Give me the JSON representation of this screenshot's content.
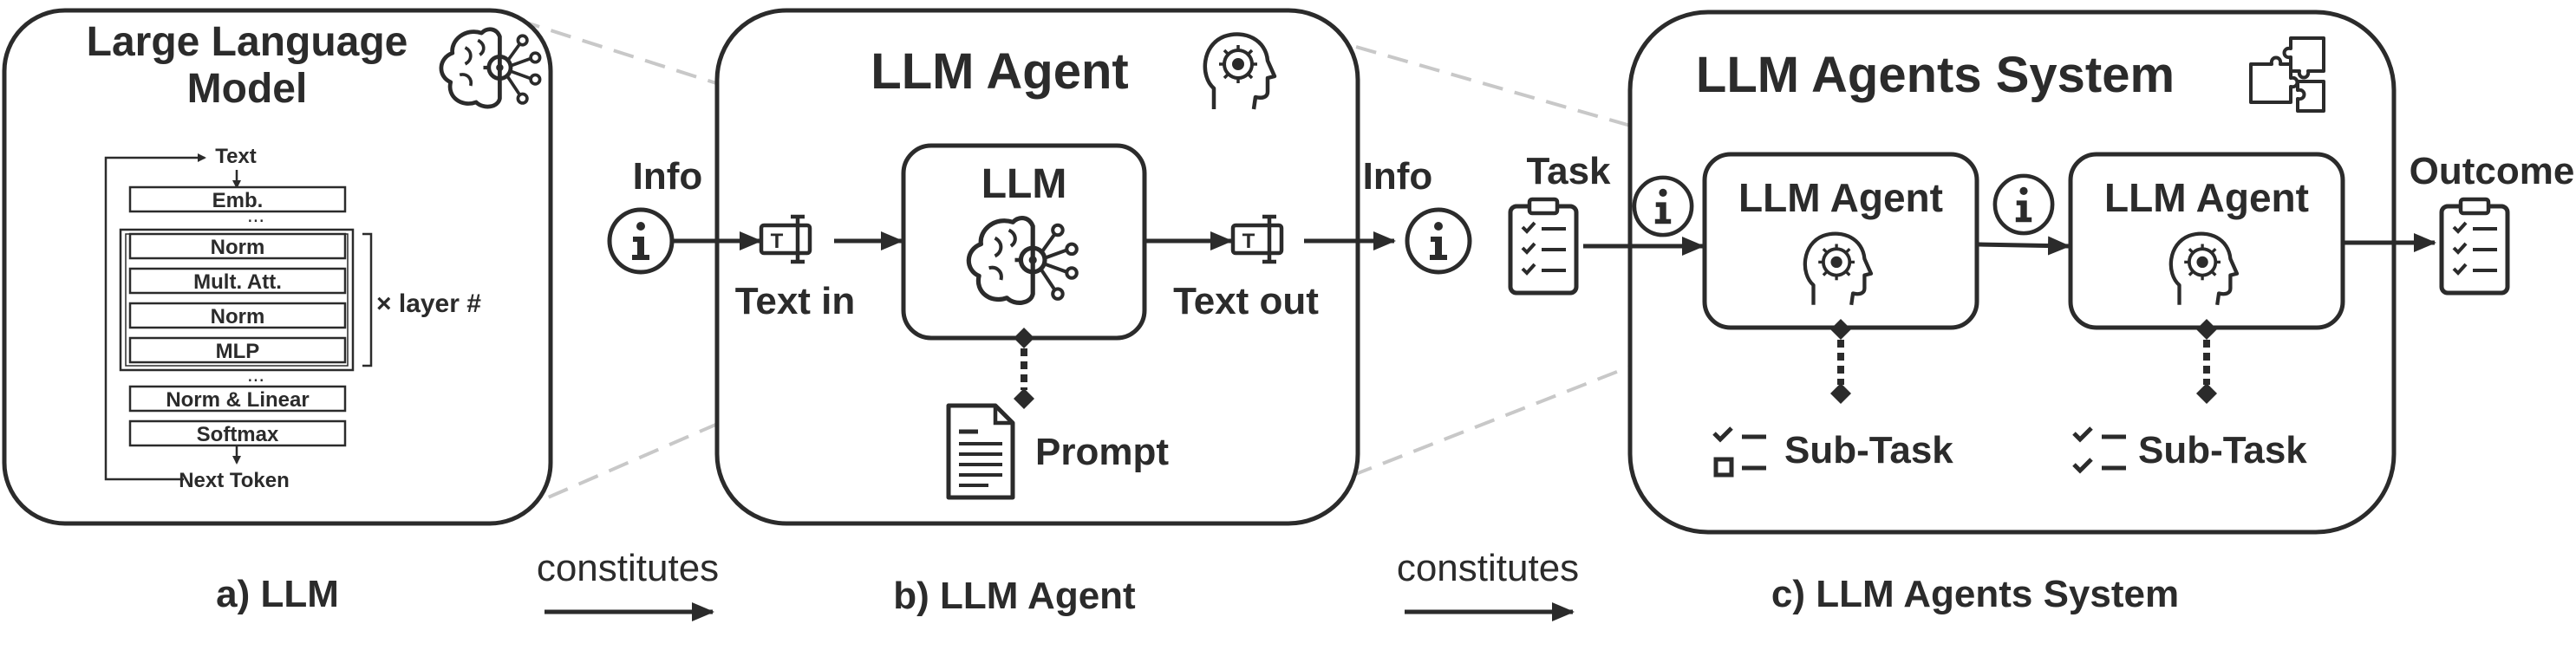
{
  "llm_panel": {
    "title_line1": "Large Language",
    "title_line2": "Model",
    "text_top": "Text",
    "emb": "Emb.",
    "dots_top": "...",
    "norm1": "Norm",
    "mult_att": "Mult. Att.",
    "norm2": "Norm",
    "mlp": "MLP",
    "layer_repeat": "× layer #",
    "dots_bottom": "...",
    "norm_linear": "Norm & Linear",
    "softmax": "Softmax",
    "next_token": "Next Token"
  },
  "agent_panel": {
    "title": "LLM Agent",
    "info_in": "Info",
    "text_in": "Text in",
    "llm_label": "LLM",
    "text_out": "Text out",
    "info_out": "Info",
    "prompt": "Prompt"
  },
  "system_panel": {
    "title": "LLM Agents System",
    "task": "Task",
    "agent1": "LLM Agent",
    "agent2": "LLM Agent",
    "outcome": "Outcome",
    "subtask1": "Sub-Task",
    "subtask2": "Sub-Task"
  },
  "captions": {
    "a": "a) LLM",
    "arrow1": "constitutes",
    "b": "b) LLM Agent",
    "arrow2": "constitutes",
    "c": "c) LLM Agents System"
  },
  "icons": {
    "brain": "brain-circuit-icon",
    "head": "head-circuit-icon",
    "puzzle": "puzzle-icon",
    "info": "info-icon",
    "text_cursor": "text-cursor-icon",
    "document": "document-icon",
    "clipboard": "clipboard-checklist-icon",
    "checklist": "checklist-icon"
  },
  "colors": {
    "ink": "#2b2b2b",
    "guide": "#c8c8c8",
    "background": "#ffffff"
  }
}
